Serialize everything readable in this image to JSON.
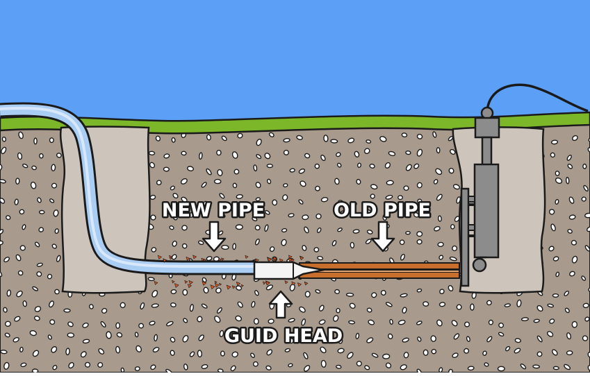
{
  "labels": {
    "new_pipe": "NEW PIPE",
    "old_pipe": "OLD PIPE",
    "guide_head": "GUID HEAD"
  },
  "colors": {
    "sky": "#5b9ff7",
    "grass": "#7cb629",
    "soil": "#a89a8c",
    "pit": "#cdc4bb",
    "pebble_fill": "#ffffff",
    "outline": "#1a1a1a",
    "new_pipe": "#a9cdf3",
    "old_pipe": "#c96f2d",
    "debris": "#d9541e",
    "machine": "#8c8c8c",
    "label_text": "#ffffff"
  },
  "icons": [
    "down-arrow-icon",
    "up-arrow-icon",
    "hydraulic-cylinder-icon"
  ]
}
